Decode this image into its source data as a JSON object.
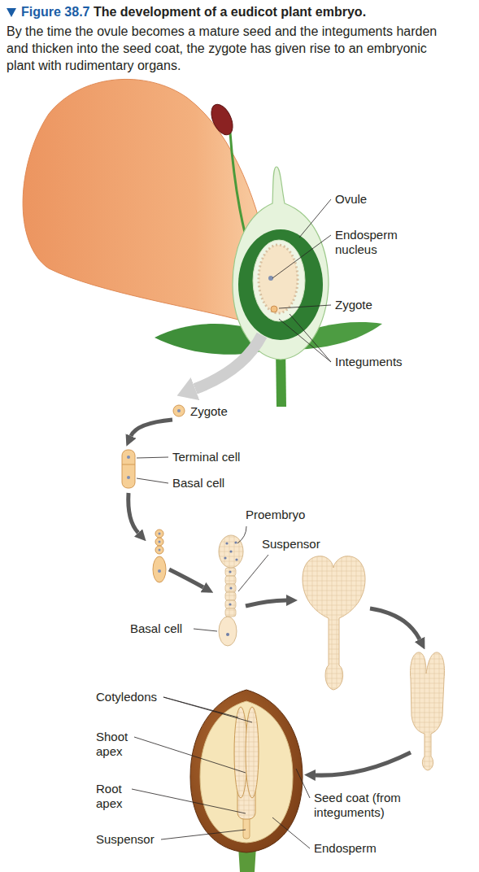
{
  "diagram": {
    "title": "Figure 38.7 The development of a eudicot plant embryo.",
    "caption": "By the time the ovule becomes a mature seed and the integuments harden and thicken into the seed coat, the zygote has given rise to an embryonic plant with rudimentary organs.",
    "labels": [
      "Ovule",
      "Endosperm nucleus",
      "Zygote",
      "Integuments",
      "Zygote",
      "Terminal cell",
      "Basal cell",
      "Proembryo",
      "Suspensor",
      "Basal cell",
      "Cotyledons",
      "Shoot apex",
      "Root apex",
      "Suspensor",
      "Seed coat (from integuments)",
      "Endosperm"
    ]
  }
}
